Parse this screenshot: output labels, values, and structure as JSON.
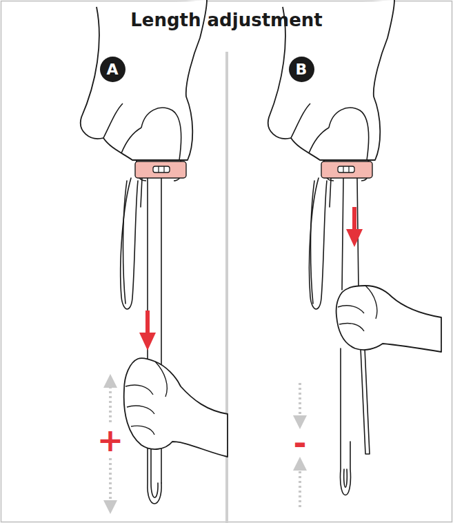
{
  "diagram": {
    "title": "Length adjustment",
    "nodes": [
      {
        "text": [
          "A"
        ]
      },
      {
        "text": [
          "B"
        ]
      }
    ],
    "labels": [
      "+",
      "-"
    ]
  }
}
